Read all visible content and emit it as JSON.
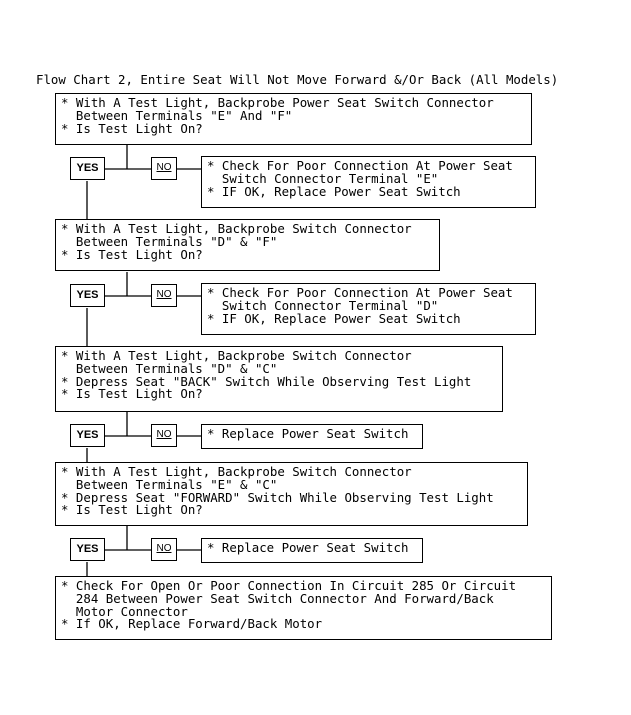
{
  "title": "Flow Chart 2, Entire Seat Will Not Move Forward &/Or Back (All Models)",
  "yes_label": "YES",
  "no_label": "NO",
  "steps": [
    {
      "lines": [
        "* With A Test Light, Backprobe Power Seat Switch Connector",
        "  Between Terminals \"E\" And \"F\"",
        "* Is Test Light On?"
      ]
    },
    {
      "lines": [
        "* With A Test Light, Backprobe Switch Connector",
        "  Between Terminals \"D\" & \"F\"",
        "* Is Test Light On?"
      ]
    },
    {
      "lines": [
        "* With A Test Light, Backprobe Switch Connector",
        "  Between Terminals \"D\" & \"C\"",
        "* Depress Seat \"BACK\" Switch While Observing Test Light",
        "* Is Test Light On?"
      ]
    },
    {
      "lines": [
        "* With A Test Light, Backprobe Switch Connector",
        "  Between Terminals \"E\" & \"C\"",
        "* Depress Seat \"FORWARD\" Switch While Observing Test Light",
        "* Is Test Light On?"
      ]
    },
    {
      "lines": [
        "* Check For Open Or Poor Connection In Circuit 285 Or Circuit",
        "  284 Between Power Seat Switch Connector And Forward/Back",
        "  Motor Connector",
        "* If OK, Replace Forward/Back Motor"
      ]
    }
  ],
  "no_results": [
    {
      "lines": [
        "* Check For Poor Connection At Power Seat",
        "  Switch Connector Terminal \"E\"",
        "* IF OK, Replace Power Seat Switch"
      ]
    },
    {
      "lines": [
        "* Check For Poor Connection At Power Seat",
        "  Switch Connector Terminal \"D\"",
        "* IF OK, Replace Power Seat Switch"
      ]
    },
    {
      "lines": [
        "* Replace Power Seat Switch"
      ]
    },
    {
      "lines": [
        "* Replace Power Seat Switch"
      ]
    }
  ]
}
